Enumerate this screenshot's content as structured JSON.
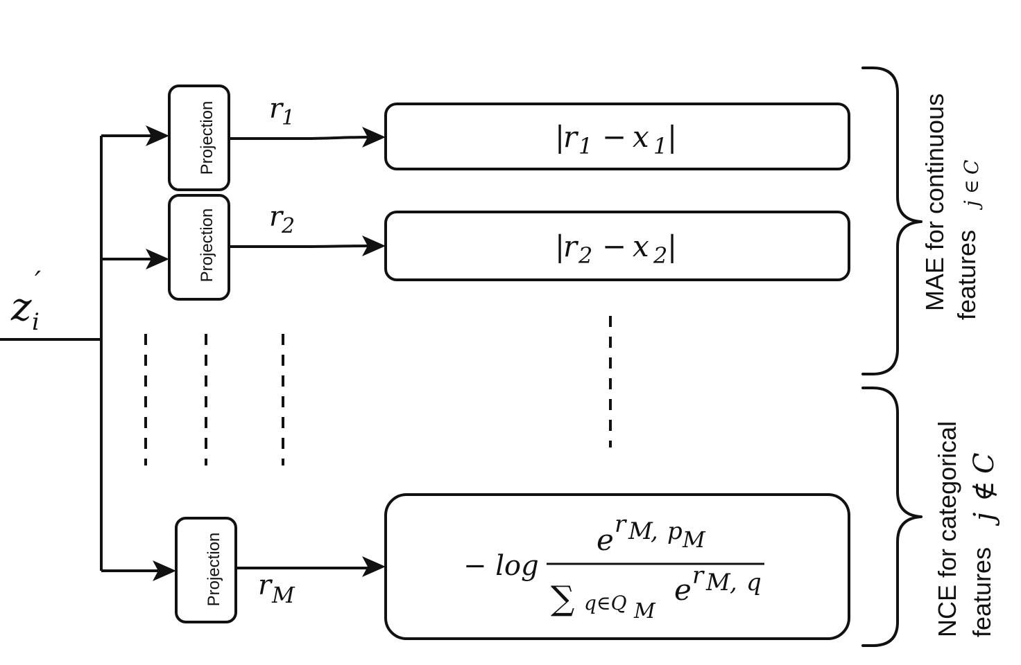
{
  "input": {
    "symbol": "z",
    "prime": "′",
    "subscript": "i"
  },
  "projection_label": "Projection",
  "branches": [
    {
      "out_symbol": "r",
      "out_sub": "1",
      "loss": {
        "open": "|",
        "a": "r",
        "a_sub": "1",
        "op": "−",
        "b": "x",
        "b_sub": "1",
        "close": "|"
      }
    },
    {
      "out_symbol": "r",
      "out_sub": "2",
      "loss": {
        "open": "|",
        "a": "r",
        "a_sub": "2",
        "op": "−",
        "b": "x",
        "b_sub": "2",
        "close": "|"
      }
    },
    {
      "out_symbol": "r",
      "out_sub": "M"
    }
  ],
  "nce_loss": {
    "prefix": "− log",
    "numerator": {
      "base": "e",
      "sup_r": "r",
      "sup_r_sub": "M",
      "sup_sep": ", ",
      "sup_p": "p",
      "sup_p_sub": "M"
    },
    "denominator": {
      "sum": "∑",
      "sum_sub": "q∈Q",
      "sum_sub_sub": "M",
      "base": "e",
      "sup_r": "r",
      "sup_r_sub": "M",
      "sup_sep": ", ",
      "sup_q": "q"
    }
  },
  "groups": [
    {
      "line1": "MAE for continuous",
      "line2": "features",
      "cond_var": "j",
      "cond_rel": "∈",
      "cond_set": "C"
    },
    {
      "line1": "NCE for categorical",
      "line2": "features",
      "cond_var": "j",
      "cond_rel": "∉",
      "cond_set": "C"
    }
  ]
}
